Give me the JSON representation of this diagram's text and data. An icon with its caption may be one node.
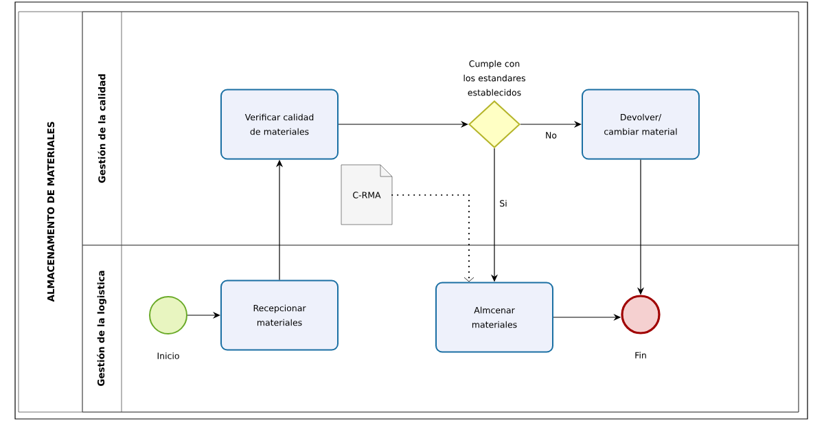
{
  "diagram": {
    "nodes": [
      {
        "text": [
          "ALMACENAMENTO DE MATERIALES"
        ]
      },
      {
        "text": [
          "Gestión de la calidad"
        ],
        "in": 0
      },
      {
        "text": [
          "Gestión de la logistica"
        ],
        "in": 0
      },
      {
        "text": [
          "Verificar calidad de materiales"
        ],
        "in": 1
      },
      {
        "text": [
          "Cumple con los estandares establecidos"
        ],
        "in": 1
      },
      {
        "text": [
          "Devolver/ cambiar material"
        ],
        "in": 1
      },
      {
        "text": [
          "C-RMA"
        ],
        "in": 1
      },
      {
        "text": [
          "Inicio"
        ],
        "in": 2
      },
      {
        "text": [
          "Recepcionar materiales"
        ],
        "in": 2
      },
      {
        "text": [
          "Almcenar materiales"
        ],
        "in": 2
      },
      {
        "text": [
          "Fin"
        ],
        "in": 2
      }
    ],
    "edges": [
      {
        "from": 7,
        "to": 8,
        "arrow": "to"
      },
      {
        "from": 8,
        "to": 3,
        "arrow": "to"
      },
      {
        "from": 3,
        "to": 4,
        "arrow": "to"
      },
      {
        "from": 4,
        "to": 5,
        "arrow": "to",
        "label": "No"
      },
      {
        "from": 4,
        "to": 9,
        "arrow": "to",
        "label": "Si"
      },
      {
        "from": 6,
        "to": 9,
        "arrow": "to",
        "style": "dashed"
      },
      {
        "from": 5,
        "to": 10,
        "arrow": "to"
      },
      {
        "from": 9,
        "to": 10,
        "arrow": "to"
      }
    ]
  }
}
